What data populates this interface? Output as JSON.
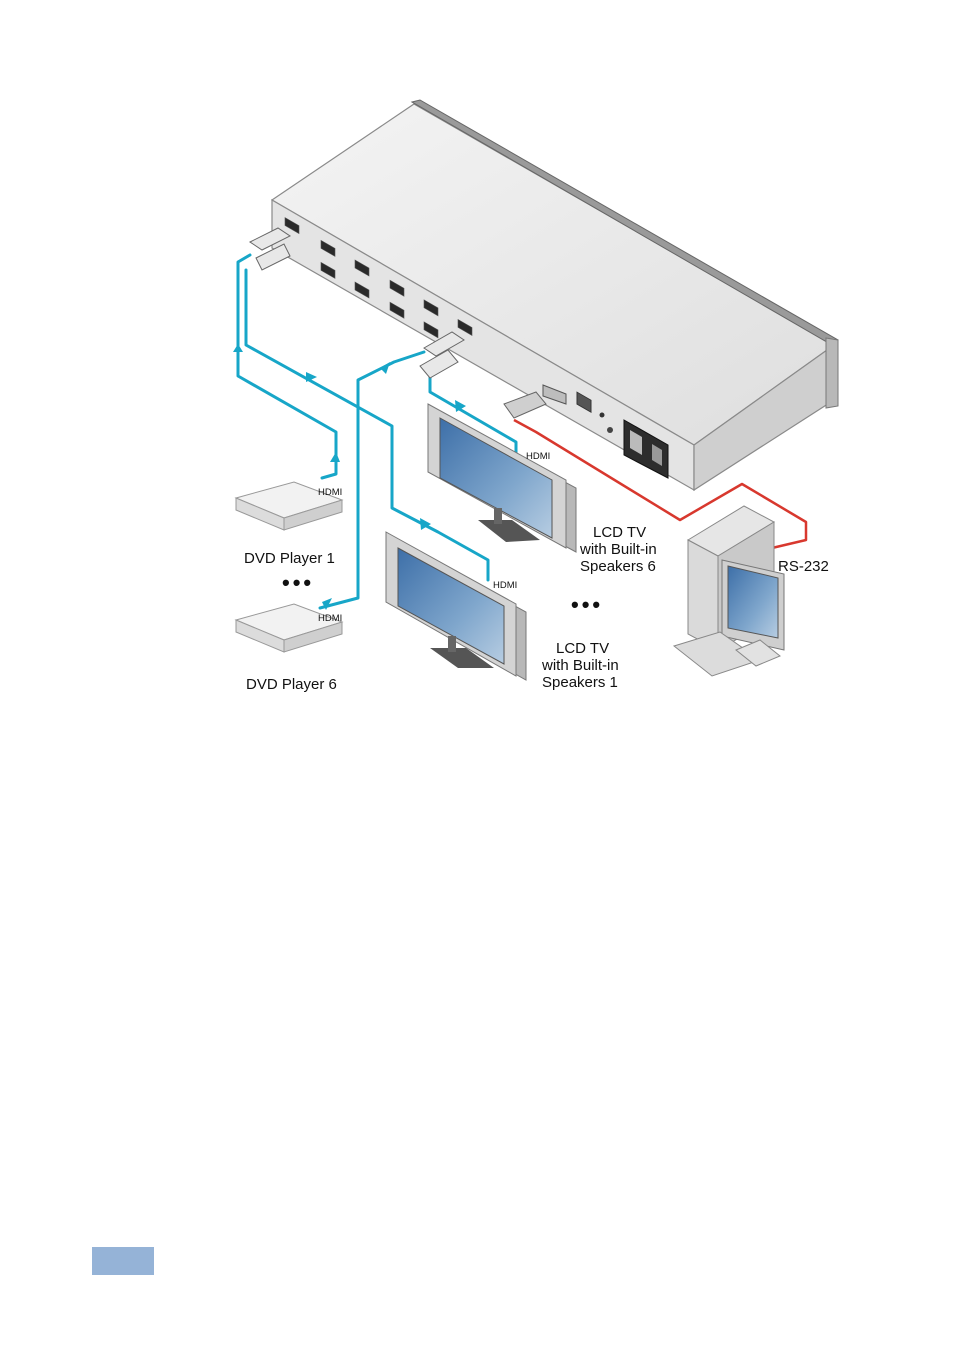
{
  "labels": {
    "hdmi": "HDMI",
    "dvd_player_1": "DVD Player 1",
    "dvd_player_6": "DVD Player 6",
    "ellipsis": "•••",
    "tv6_line1": "LCD TV",
    "tv6_line2": "with Built-in",
    "tv6_line3": "Speakers 6",
    "tv1_line1": "LCD TV",
    "tv1_line2": "with Built-in",
    "tv1_line3": "Speakers 1",
    "rs232": "RS-232"
  },
  "colors": {
    "hdmi_cable": "#17a6c8",
    "rs232_cable": "#d8382e",
    "chassis_top": "#ececec",
    "chassis_front": "#dcdcdc",
    "page_tab": "#95b3d7"
  }
}
